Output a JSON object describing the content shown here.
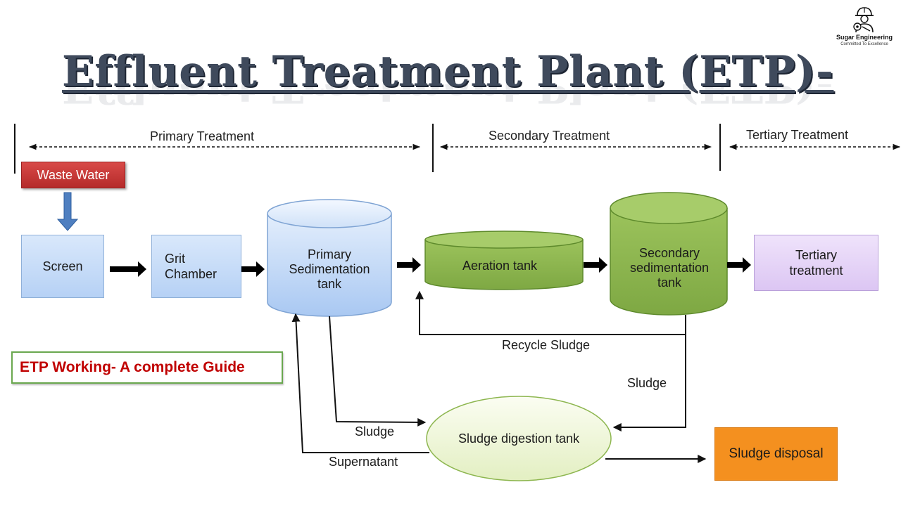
{
  "title": "Effluent Treatment Plant (ETP)-",
  "logo": {
    "name": "Sugar Engineering",
    "tagline": "Committed To Excellence",
    "icon": "engineer-with-hardhat-and-gear-icon"
  },
  "phases": {
    "primary": "Primary Treatment",
    "secondary": "Secondary Treatment",
    "tertiary": "Tertiary Treatment"
  },
  "nodes": {
    "waste_water": "Waste Water",
    "screen": "Screen",
    "grit_line1": "Grit",
    "grit_line2": "Chamber",
    "primary_tank_line1": "Primary",
    "primary_tank_line2": "Sedimentation",
    "primary_tank_line3": "tank",
    "aeration_tank": "Aeration tank",
    "secondary_tank_line1": "Secondary",
    "secondary_tank_line2": "sedimentation",
    "secondary_tank_line3": "tank",
    "tertiary_line1": "Tertiary",
    "tertiary_line2": "treatment",
    "digestion_tank": "Sludge digestion tank",
    "sludge_disposal": "Sludge disposal"
  },
  "flows": {
    "recycle_sludge": "Recycle Sludge",
    "sludge_from_secondary": "Sludge",
    "sludge_from_primary": "Sludge",
    "supernatant": "Supernatant"
  },
  "guide_link": "ETP Working- A complete Guide",
  "colors": {
    "title": "#3f4a5c",
    "waste_water": "#c0392b",
    "blue_fill": "#c5dbf7",
    "green_fill": "#8db64f",
    "tertiary_fill": "#e6d6f7",
    "disposal_fill": "#f4901f",
    "guide_text": "#c00000",
    "guide_border": "#6aa84f"
  }
}
